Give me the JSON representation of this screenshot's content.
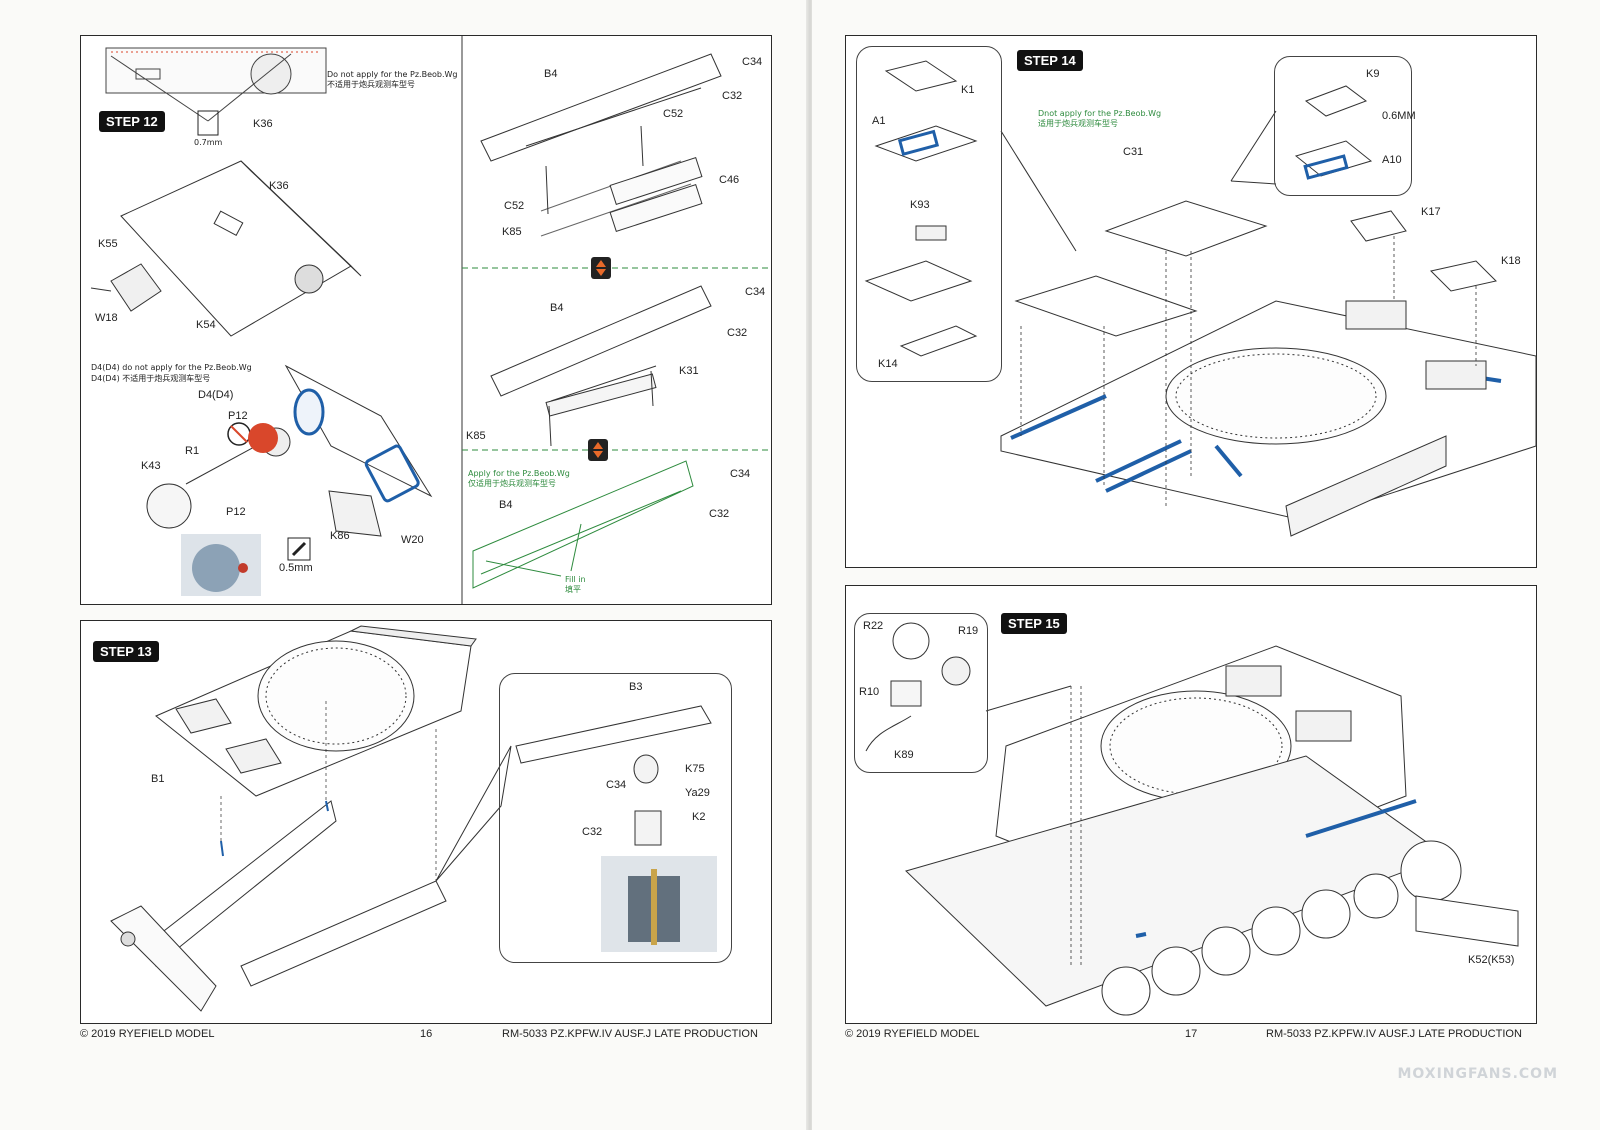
{
  "left_page": {
    "step12": {
      "title": "STEP 12",
      "note_no_beob_en": "Do not apply for the Pz.Beob.Wg",
      "note_no_beob_cn": "不适用于炮兵观测车型号",
      "drill_size_1": "0.7mm",
      "note_d4_en": "D4(D4) do not apply for the Pz.Beob.Wg",
      "note_d4_cn": "D4(D4) 不适用于炮兵观测车型号",
      "drill_size_2": "0.5mm",
      "parts": [
        "K36",
        "K36",
        "K55",
        "W18",
        "K54",
        "D4(D4)",
        "P12",
        "R1",
        "K43",
        "P12",
        "K86",
        "W20"
      ]
    },
    "step12_right": {
      "parts_top": [
        "B4",
        "C34",
        "C32",
        "C52",
        "C46",
        "C52",
        "K85"
      ],
      "parts_mid": [
        "B4",
        "C34",
        "C32",
        "K31",
        "K85"
      ],
      "note_apply_en": "Apply for the Pz.Beob.Wg",
      "note_apply_cn": "仅适用于炮兵观测车型号",
      "parts_bottom": [
        "B4",
        "C34",
        "C32"
      ],
      "fill_en": "Fill in",
      "fill_cn": "填平"
    },
    "step13": {
      "title": "STEP 13",
      "parts": [
        "B1",
        "B3",
        "K75",
        "C34",
        "Ya29",
        "C32",
        "K2"
      ]
    },
    "footer": {
      "copyright": "© 2019 RYEFIELD MODEL",
      "page_number": "16",
      "product": "RM-5033 PZ.KPFW.IV AUSF.J LATE PRODUCTION"
    }
  },
  "right_page": {
    "step14": {
      "title": "STEP 14",
      "note_en": "Dnot apply for the Pz.Beob.Wg",
      "note_cn": "适用于炮兵观测车型号",
      "drill_size": "0.6MM",
      "parts": [
        "K1",
        "A1",
        "K93",
        "K14",
        "C31",
        "K9",
        "A10",
        "K17",
        "K18"
      ]
    },
    "step15": {
      "title": "STEP 15",
      "parts": [
        "R22",
        "R19",
        "R10",
        "K89",
        "K52(K53)"
      ]
    },
    "footer": {
      "copyright": "© 2019 RYEFIELD MODEL",
      "page_number": "17",
      "product": "RM-5033 PZ.KPFW.IV AUSF.J LATE PRODUCTION"
    },
    "watermark": "MOXINGFANS.COM"
  },
  "colors": {
    "accent_blue": "#1f5fa8",
    "note_green": "#2e8b3e",
    "arrow_red": "#d9472b",
    "step_badge": "#111111"
  }
}
